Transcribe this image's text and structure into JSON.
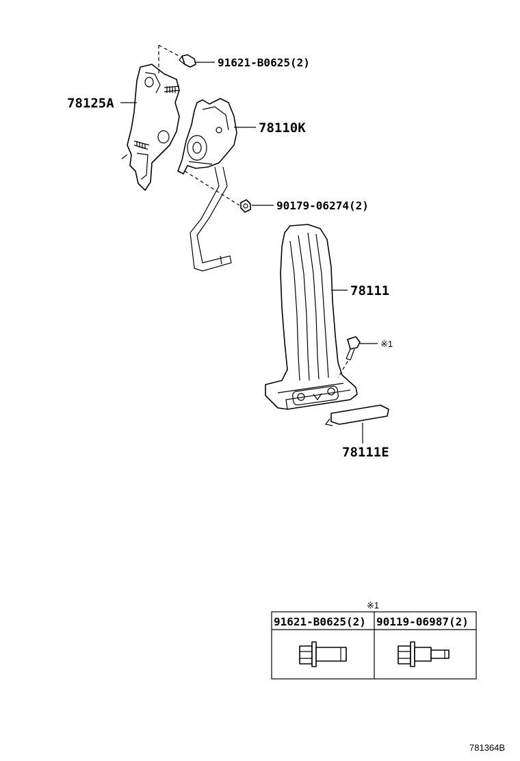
{
  "callouts": {
    "bolt_top": "91621-B0625(2)",
    "bracket": "78125A",
    "sensor": "78110K",
    "nut": "90179-06274(2)",
    "pedal": "78111",
    "note_marker": "※1",
    "pad": "78111E"
  },
  "reference_table": {
    "marker": "※1",
    "columns": [
      {
        "part_number": "91621-B0625(2)",
        "icon": "flange-bolt-icon"
      },
      {
        "part_number": "90119-06987(2)",
        "icon": "stepped-bolt-icon"
      }
    ]
  },
  "drawing_number": "781364B"
}
